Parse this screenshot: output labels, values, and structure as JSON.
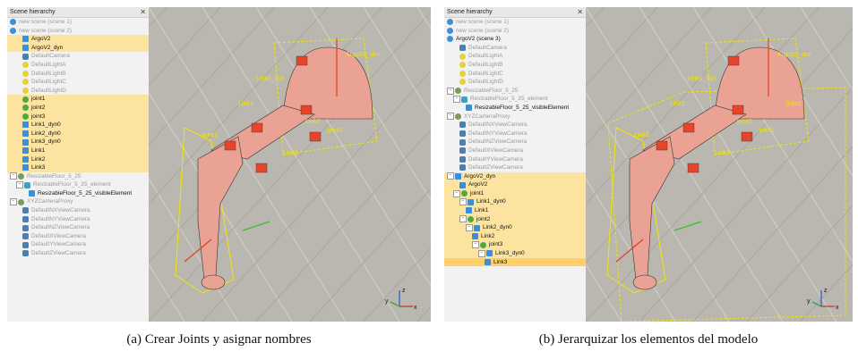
{
  "panel_a": {
    "tree_title": "Scene hierarchy",
    "close_glyph": "✕",
    "rows": [
      {
        "label": "new scene (scene 1)",
        "icon": "scene",
        "style": "dim",
        "indent": 0
      },
      {
        "label": "new scene (scene 2)",
        "icon": "scene",
        "style": "dim",
        "indent": 0
      },
      {
        "label": "ArgoV2",
        "icon": "shape",
        "style": "hl",
        "indent": 2
      },
      {
        "label": "ArgoV2_dyn",
        "icon": "shape",
        "style": "hl",
        "indent": 2
      },
      {
        "label": "DefaultCamera",
        "icon": "camera",
        "style": "dim",
        "indent": 2
      },
      {
        "label": "DefaultLightA",
        "icon": "light",
        "style": "dim",
        "indent": 2
      },
      {
        "label": "DefaultLightB",
        "icon": "light",
        "style": "dim",
        "indent": 2
      },
      {
        "label": "DefaultLightC",
        "icon": "light",
        "style": "dim",
        "indent": 2
      },
      {
        "label": "DefaultLightD",
        "icon": "light",
        "style": "dim",
        "indent": 2
      },
      {
        "label": "joint1",
        "icon": "joint",
        "style": "hl",
        "indent": 2
      },
      {
        "label": "joint2",
        "icon": "joint",
        "style": "hl",
        "indent": 2
      },
      {
        "label": "joint3",
        "icon": "joint",
        "style": "hl",
        "indent": 2
      },
      {
        "label": "Link1_dyn0",
        "icon": "shape",
        "style": "hl",
        "indent": 2
      },
      {
        "label": "Link2_dyn0",
        "icon": "shape",
        "style": "hl",
        "indent": 2
      },
      {
        "label": "Link3_dyn0",
        "icon": "shape",
        "style": "hl",
        "indent": 2
      },
      {
        "label": "Link1",
        "icon": "shape",
        "style": "hl",
        "indent": 2
      },
      {
        "label": "Link2",
        "icon": "shape",
        "style": "hl",
        "indent": 2
      },
      {
        "label": "Link3",
        "icon": "shape",
        "style": "hl",
        "indent": 2
      },
      {
        "label": "ResizableFloor_5_25",
        "icon": "floor",
        "style": "dim",
        "indent": 0,
        "exp": "−"
      },
      {
        "label": "ResizableFloor_5_25_element",
        "icon": "box",
        "style": "dim",
        "indent": 1,
        "exp": "−"
      },
      {
        "label": "ResizableFloor_5_25_visibleElement",
        "icon": "shape",
        "style": "norm",
        "indent": 3
      },
      {
        "label": "XYZCameraProxy",
        "icon": "floor",
        "style": "dim",
        "indent": 0,
        "exp": "−"
      },
      {
        "label": "DefaultNXViewCamera",
        "icon": "camera",
        "style": "dim",
        "indent": 2
      },
      {
        "label": "DefaultNYViewCamera",
        "icon": "camera",
        "style": "dim",
        "indent": 2
      },
      {
        "label": "DefaultNZViewCamera",
        "icon": "camera",
        "style": "dim",
        "indent": 2
      },
      {
        "label": "DefaultXViewCamera",
        "icon": "camera",
        "style": "dim",
        "indent": 2
      },
      {
        "label": "DefaultYViewCamera",
        "icon": "camera",
        "style": "dim",
        "indent": 2
      },
      {
        "label": "DefaultZViewCamera",
        "icon": "camera",
        "style": "dim",
        "indent": 2
      }
    ],
    "view_labels": [
      "ArgoV2_dyn",
      "Link2_dyn",
      "Link1",
      "Link2",
      "Link3",
      "joint1",
      "joint3"
    ],
    "axis": {
      "x": "x",
      "y": "y",
      "z": "z"
    }
  },
  "panel_b": {
    "tree_title": "Scene hierarchy",
    "close_glyph": "✕",
    "rows": [
      {
        "label": "new scene (scene 1)",
        "icon": "scene",
        "style": "dim",
        "indent": 0
      },
      {
        "label": "new scene (scene 2)",
        "icon": "scene",
        "style": "dim",
        "indent": 0
      },
      {
        "label": "ArgoV2 (scene 3)",
        "icon": "scene",
        "style": "norm",
        "indent": 0
      },
      {
        "label": "DefaultCamera",
        "icon": "camera",
        "style": "dim",
        "indent": 2
      },
      {
        "label": "DefaultLightA",
        "icon": "light",
        "style": "dim",
        "indent": 2
      },
      {
        "label": "DefaultLightB",
        "icon": "light",
        "style": "dim",
        "indent": 2
      },
      {
        "label": "DefaultLightC",
        "icon": "light",
        "style": "dim",
        "indent": 2
      },
      {
        "label": "DefaultLightD",
        "icon": "light",
        "style": "dim",
        "indent": 2
      },
      {
        "label": "ResizableFloor_5_25",
        "icon": "floor",
        "style": "dim",
        "indent": 0,
        "exp": "−"
      },
      {
        "label": "ResizableFloor_5_25_element",
        "icon": "box",
        "style": "dim",
        "indent": 1,
        "exp": "−"
      },
      {
        "label": "ResizableFloor_5_25_visibleElement",
        "icon": "shape",
        "style": "norm",
        "indent": 3
      },
      {
        "label": "XYZCameraProxy",
        "icon": "floor",
        "style": "dim",
        "indent": 0,
        "exp": "−"
      },
      {
        "label": "DefaultNXViewCamera",
        "icon": "camera",
        "style": "dim",
        "indent": 2
      },
      {
        "label": "DefaultNYViewCamera",
        "icon": "camera",
        "style": "dim",
        "indent": 2
      },
      {
        "label": "DefaultNZViewCamera",
        "icon": "camera",
        "style": "dim",
        "indent": 2
      },
      {
        "label": "DefaultXViewCamera",
        "icon": "camera",
        "style": "dim",
        "indent": 2
      },
      {
        "label": "DefaultYViewCamera",
        "icon": "camera",
        "style": "dim",
        "indent": 2
      },
      {
        "label": "DefaultZViewCamera",
        "icon": "camera",
        "style": "dim",
        "indent": 2
      },
      {
        "label": "ArgoV2_dyn",
        "icon": "shape",
        "style": "hl",
        "indent": 0,
        "exp": "−"
      },
      {
        "label": "ArgoV2",
        "icon": "shape",
        "style": "hl",
        "indent": 2
      },
      {
        "label": "joint1",
        "icon": "joint",
        "style": "hl",
        "indent": 1,
        "exp": "−"
      },
      {
        "label": "Link1_dyn0",
        "icon": "shape",
        "style": "hl",
        "indent": 2,
        "exp": "−"
      },
      {
        "label": "Link1",
        "icon": "shape",
        "style": "hl",
        "indent": 3
      },
      {
        "label": "joint2",
        "icon": "joint",
        "style": "hl",
        "indent": 2,
        "exp": "−"
      },
      {
        "label": "Link2_dyn0",
        "icon": "shape",
        "style": "hl",
        "indent": 3,
        "exp": "−"
      },
      {
        "label": "Link2",
        "icon": "shape",
        "style": "hl",
        "indent": 4
      },
      {
        "label": "joint3",
        "icon": "joint",
        "style": "hl",
        "indent": 4,
        "exp": "−"
      },
      {
        "label": "Link3_dyn0",
        "icon": "shape",
        "style": "hl",
        "indent": 5,
        "exp": "−"
      },
      {
        "label": "Link3",
        "icon": "shape",
        "style": "sel",
        "indent": 6
      }
    ],
    "view_labels": [
      "ArgoV2_dyn",
      "Link1_dyn",
      "Link1",
      "joint2",
      "Link2",
      "Link3",
      "joint1",
      "joint3"
    ],
    "axis": {
      "x": "x",
      "y": "y",
      "z": "z"
    }
  },
  "captions": {
    "a": "(a) Crear Joints y asignar nombres",
    "b": "(b) Jerarquizar los elementos del modelo"
  },
  "colors": {
    "floor": "#b9b7b0",
    "robot": "#e9a294",
    "bbox": "#f2e600",
    "actuator": "#e8442a",
    "highlight_row": "#fde3a0",
    "selected_row": "#ffd06a"
  }
}
